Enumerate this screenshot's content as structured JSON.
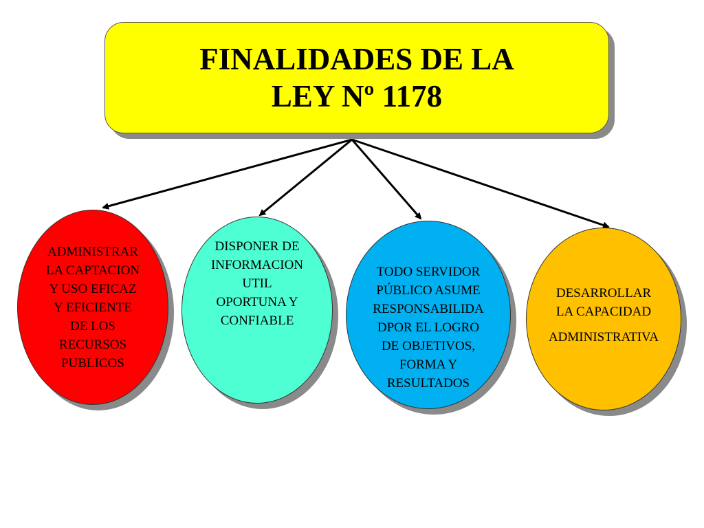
{
  "title": {
    "line1": "FINALIDADES DE LA",
    "line2": "LEY Nº 1178",
    "color": "#ffff00"
  },
  "nodes": [
    {
      "color": "#ff0000",
      "lines": [
        "ADMINISTRAR",
        "LA CAPTACION",
        "Y USO EFICAZ",
        "Y EFICIENTE",
        "DE LOS",
        "RECURSOS",
        "PUBLICOS"
      ]
    },
    {
      "color": "#4dffd2",
      "lines": [
        "DISPONER DE",
        "INFORMACION",
        "UTIL",
        "OPORTUNA Y",
        "CONFIABLE"
      ]
    },
    {
      "color": "#00b0f0",
      "lines": [
        "TODO SERVIDOR",
        "PÚBLICO ASUME",
        "RESPONSABILIDA",
        "DPOR EL LOGRO",
        "DE OBJETIVOS,",
        "FORMA Y",
        "RESULTADOS"
      ]
    },
    {
      "color": "#ffc000",
      "lines": [
        "DESARROLLAR",
        "LA CAPACIDAD",
        "ADMINISTRATIVA"
      ]
    }
  ]
}
